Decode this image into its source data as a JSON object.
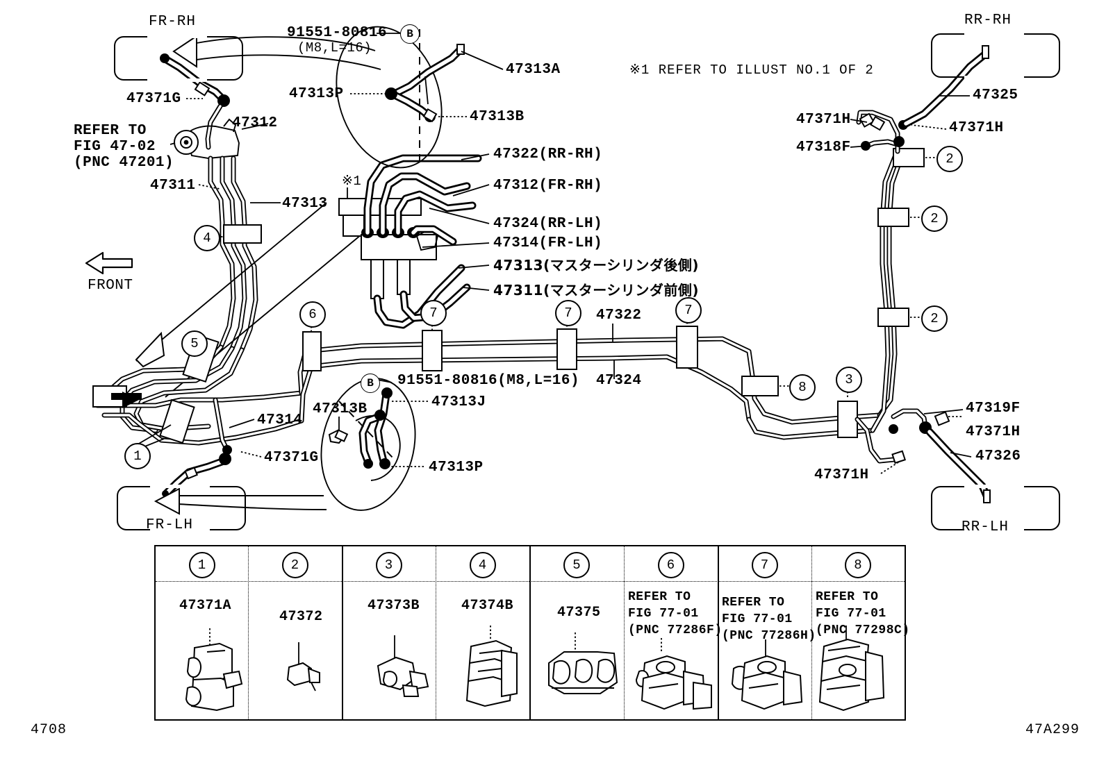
{
  "figure": {
    "bottom_left_code": "4708",
    "bottom_right_code": "47A299",
    "note": "※1  REFER TO ILLUST NO.1 OF 2"
  },
  "wheel_callouts": [
    {
      "name": "fr-rh",
      "label": "FR-RH"
    },
    {
      "name": "fr-lh",
      "label": "FR-LH"
    },
    {
      "name": "rr-rh",
      "label": "RR-RH"
    },
    {
      "name": "rr-lh",
      "label": "RR-LH"
    }
  ],
  "labels": {
    "bolt_top": "91551-80816",
    "bolt_top_spec": "(M8,L=16)",
    "bolt_mid": "91551-80816(M8,L=16)",
    "p47371G_top": "47371G",
    "p47312": "47312",
    "p47311": "47311",
    "p47313": "47313",
    "p47313P_top": "47313P",
    "p47313A": "47313A",
    "p47313B_top": "47313B",
    "p47322_rrrh": "47322(RR-RH)",
    "p47312_frrh": "47312(FR-RH)",
    "p47324_rrlh": "47324(RR-LH)",
    "p47314_frlh": "47314(FR-LH)",
    "p47313_jp": "47313(マスターシリンダ後側)",
    "p47311_jp": "47311(マスターシリンダ前側)",
    "refer_to_line1": "REFER TO",
    "refer_to_line2": "FIG 47-02",
    "refer_to_line3": "(PNC 47201)",
    "front_arrow": "FRONT",
    "star_note_mark": "※1",
    "p47314_low": "47314",
    "p47371G_low": "47371G",
    "p47313B_low": "47313B",
    "p47313J": "47313J",
    "p47313P_low": "47313P",
    "p47322_mid": "47322",
    "p47324_mid": "47324",
    "p47325": "47325",
    "p47371H_r1": "47371H",
    "p47371H_r2": "47371H",
    "p47318F": "47318F",
    "p47319F": "47319F",
    "p47371H_r3": "47371H",
    "p47371H_r4": "47371H",
    "p47326": "47326"
  },
  "markers": [
    {
      "name": "marker-4",
      "num": "4"
    },
    {
      "name": "marker-5",
      "num": "5"
    },
    {
      "name": "marker-1",
      "num": "1"
    },
    {
      "name": "marker-6",
      "num": "6"
    },
    {
      "name": "marker-7a",
      "num": "7"
    },
    {
      "name": "marker-7b",
      "num": "7"
    },
    {
      "name": "marker-7c",
      "num": "7"
    },
    {
      "name": "marker-8",
      "num": "8"
    },
    {
      "name": "marker-3",
      "num": "3"
    },
    {
      "name": "marker-2a",
      "num": "2"
    },
    {
      "name": "marker-2b",
      "num": "2"
    },
    {
      "name": "marker-2c",
      "num": "2"
    },
    {
      "name": "marker-B-top",
      "num": "B"
    },
    {
      "name": "marker-B-mid",
      "num": "B"
    }
  ],
  "legend": {
    "columns": [
      {
        "index": "1",
        "part": "47371A",
        "refer": null
      },
      {
        "index": "2",
        "part": "47372",
        "refer": null
      },
      {
        "index": "3",
        "part": "47373B",
        "refer": null
      },
      {
        "index": "4",
        "part": "47374B",
        "refer": null
      },
      {
        "index": "5",
        "part": "47375",
        "refer": null
      },
      {
        "index": "6",
        "part": null,
        "refer": "REFER TO\nFIG 77-01\n(PNC 77286F)"
      },
      {
        "index": "7",
        "part": null,
        "refer": "REFER TO\nFIG 77-01\n(PNC 77286H)"
      },
      {
        "index": "8",
        "part": null,
        "refer": "REFER TO\nFIG 77-01\n(PNC 77298C)"
      }
    ]
  }
}
